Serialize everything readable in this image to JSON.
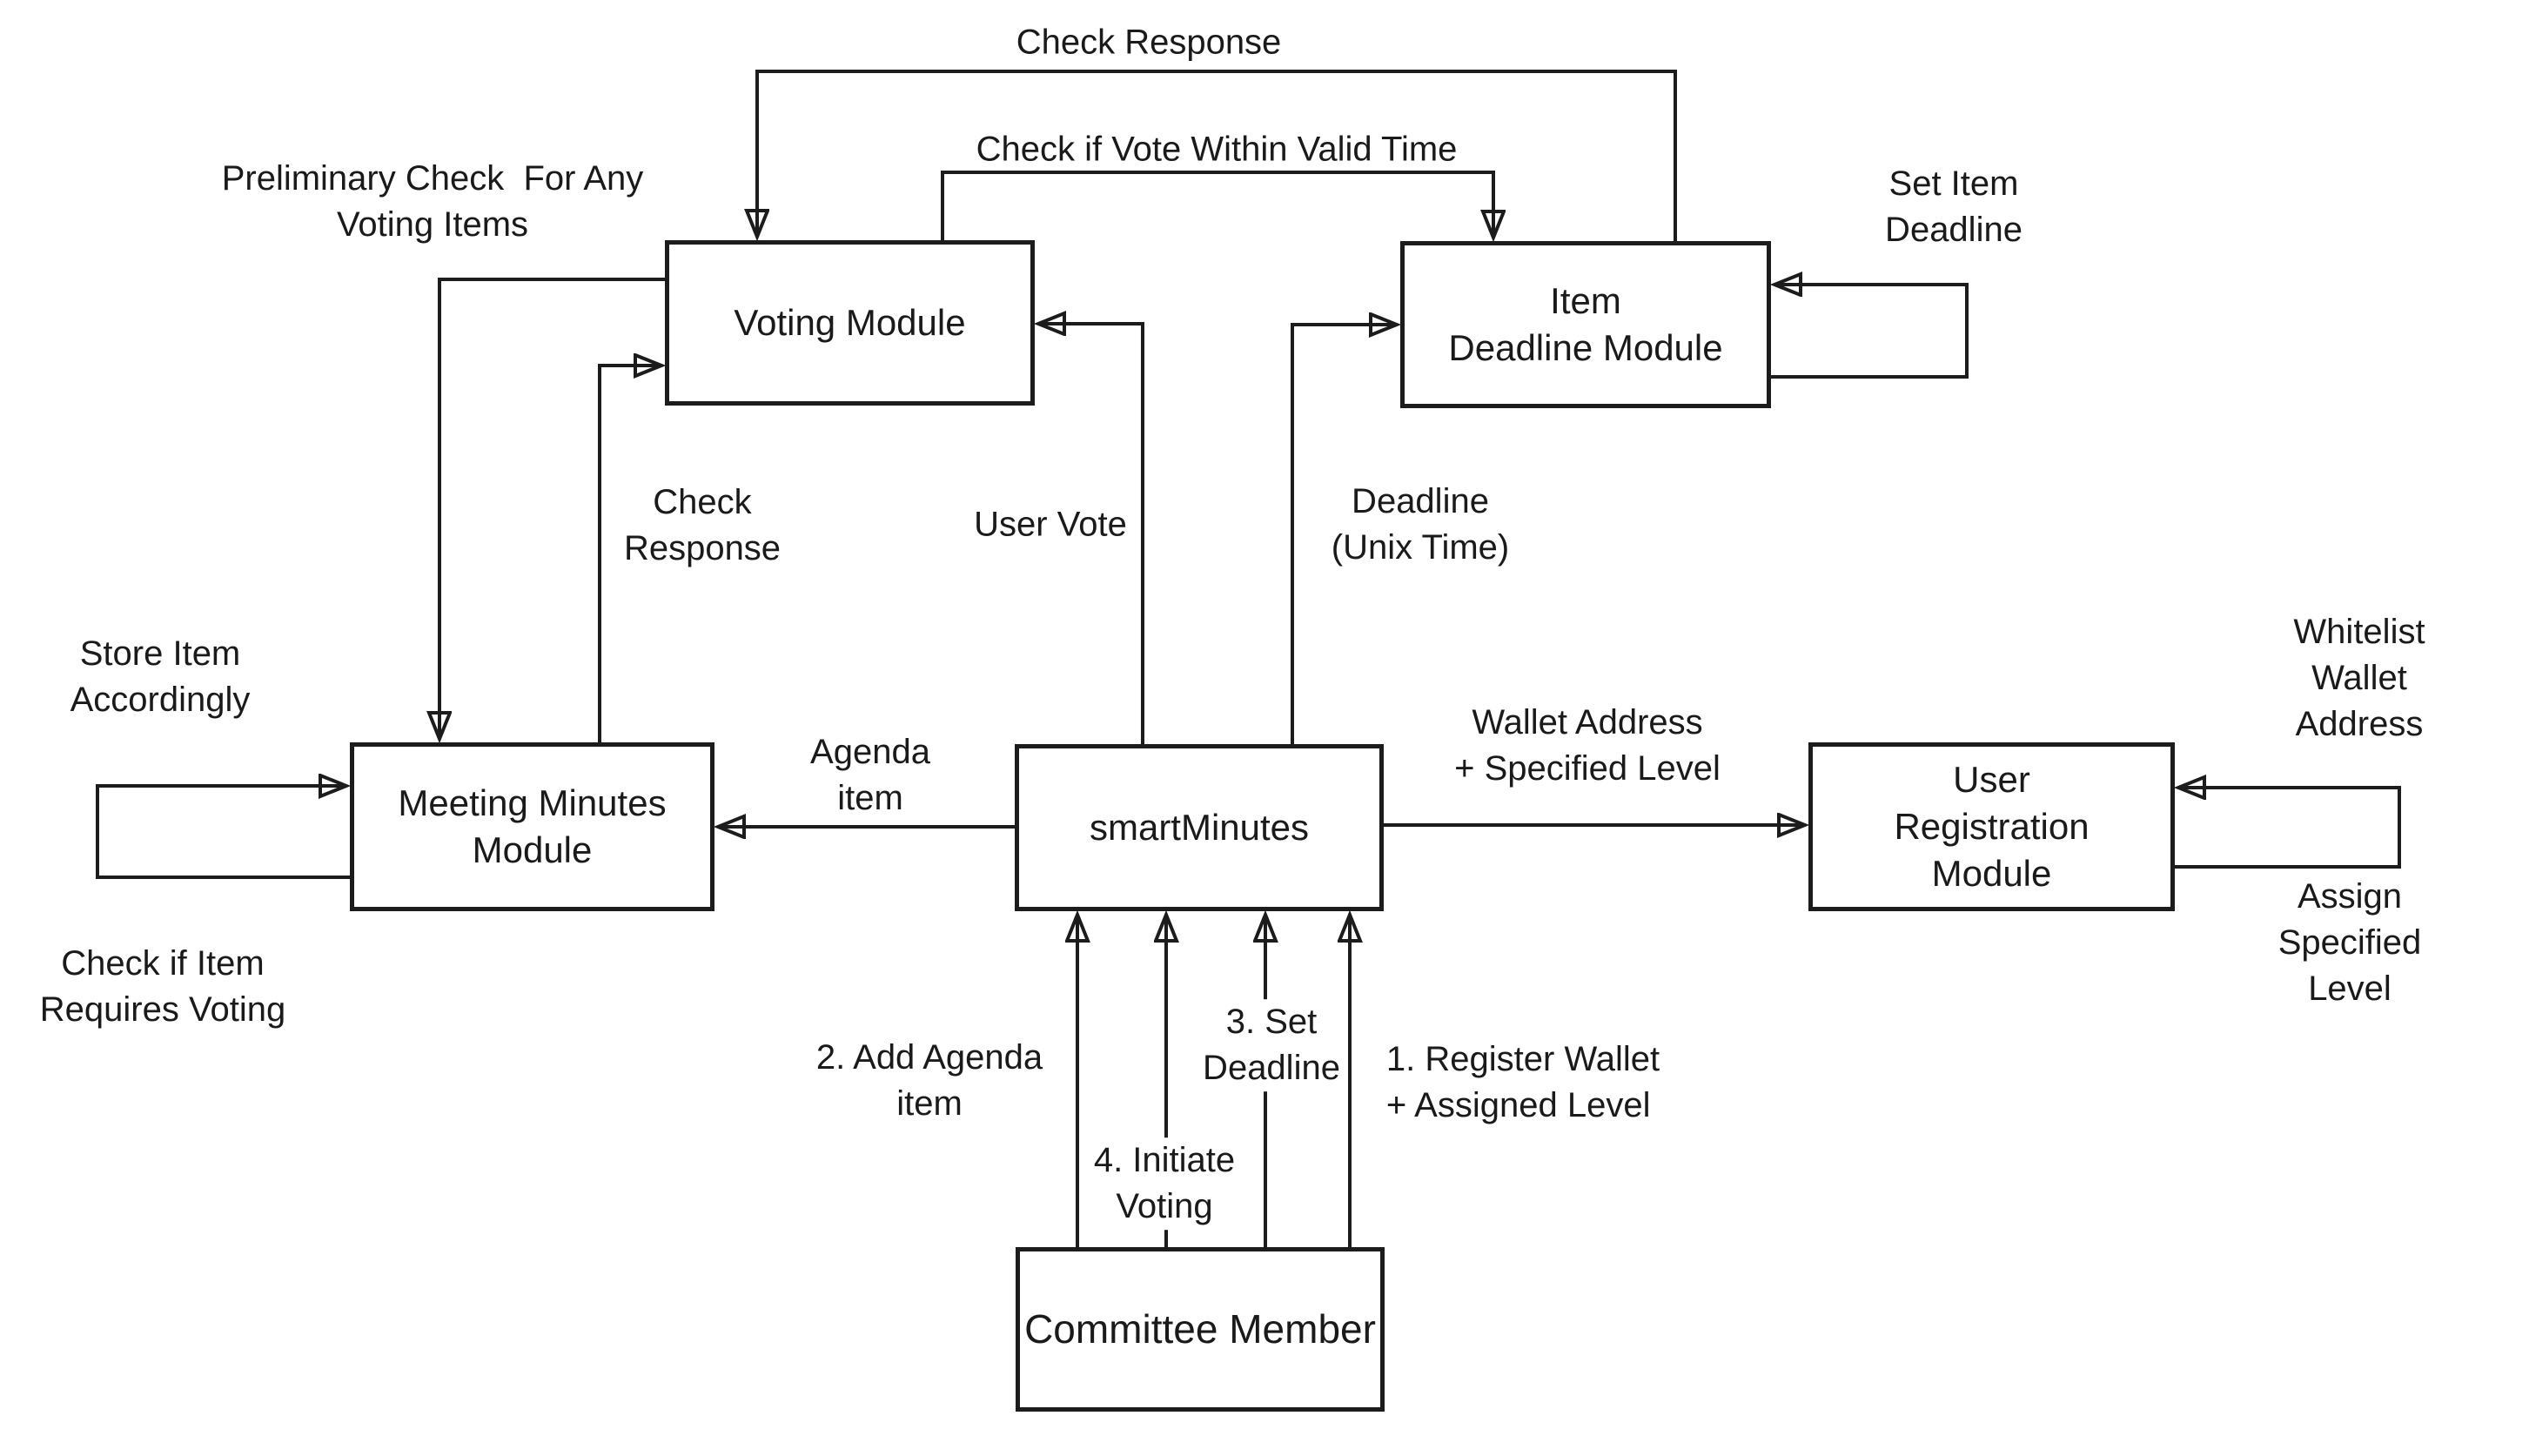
{
  "colors": {
    "background": "#ffffff",
    "line": "#1c1c1c",
    "text": "#1a1a1a"
  },
  "nodes": {
    "voting": {
      "label": "Voting Module"
    },
    "item_deadline": {
      "label": "Item\nDeadline Module"
    },
    "meeting_minutes": {
      "label": "Meeting Minutes\nModule"
    },
    "smartminutes": {
      "label": "smartMinutes"
    },
    "user_registration": {
      "label": "User\nRegistration\nModule"
    },
    "committee": {
      "label": "Committee Member"
    }
  },
  "edge_labels": {
    "check_response_top": {
      "text": "Check Response"
    },
    "check_if_vote": {
      "text": "Check if Vote Within Valid Time"
    },
    "set_item_deadline": {
      "text": "Set Item\nDeadline"
    },
    "preliminary_check": {
      "text": "Preliminary Check  For Any\nVoting Items"
    },
    "check_response_mid": {
      "text": "Check\nResponse"
    },
    "user_vote": {
      "text": "User Vote"
    },
    "deadline_unix": {
      "text": "Deadline\n(Unix Time)"
    },
    "store_item": {
      "text": "Store Item\nAccordingly"
    },
    "check_if_item": {
      "text": "Check if Item\nRequires Voting"
    },
    "agenda_item": {
      "text": "Agenda\nitem"
    },
    "wallet_address": {
      "text": "Wallet Address\n+ Specified Level"
    },
    "whitelist": {
      "text": "Whitelist\nWallet\nAddress"
    },
    "assign_specified": {
      "text": "Assign Specified\nLevel"
    },
    "add_agenda": {
      "text": "2. Add Agenda\nitem"
    },
    "initiate_voting": {
      "text": "4. Initiate\nVoting"
    },
    "set_deadline": {
      "text": "3. Set\nDeadline"
    },
    "register_wallet": {
      "text": "1. Register Wallet\n+ Assigned Level"
    }
  }
}
